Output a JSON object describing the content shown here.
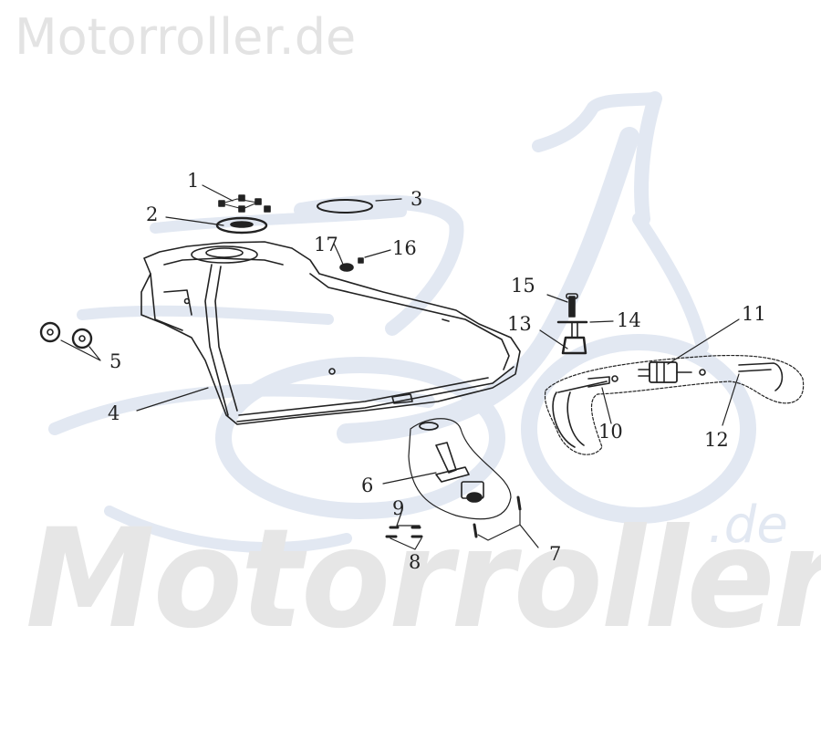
{
  "watermarks": {
    "top": "Motorroller.de",
    "bottom_main": "Motorroller",
    "bottom_suffix": ".de",
    "logo": "scooter-silhouette-logo"
  },
  "colors": {
    "background": "#ffffff",
    "watermark_gray": "#e3e3e3",
    "logo_blue": "#e2e8f2",
    "line_art": "#222222"
  },
  "diagram": {
    "subject": "Fuel tank assembly (exploded view)",
    "callouts": [
      {
        "id": "1",
        "label": "1",
        "part": "bolts (fuel pump cover)"
      },
      {
        "id": "2",
        "label": "2",
        "part": "fuel sender/pump flange"
      },
      {
        "id": "3",
        "label": "3",
        "part": "o-ring"
      },
      {
        "id": "4",
        "label": "4",
        "part": "fuel tank"
      },
      {
        "id": "5",
        "label": "5",
        "part": "rubber dampers"
      },
      {
        "id": "6",
        "label": "6",
        "part": "fuel tap"
      },
      {
        "id": "7",
        "label": "7",
        "part": "screws"
      },
      {
        "id": "8",
        "label": "8",
        "part": "washers"
      },
      {
        "id": "9",
        "label": "9",
        "part": "clips"
      },
      {
        "id": "10",
        "label": "10",
        "part": "fuel hose"
      },
      {
        "id": "11",
        "label": "11",
        "part": "fuel filter"
      },
      {
        "id": "12",
        "label": "12",
        "part": "fuel hose"
      },
      {
        "id": "13",
        "label": "13",
        "part": "rubber bushing"
      },
      {
        "id": "14",
        "label": "14",
        "part": "washer"
      },
      {
        "id": "15",
        "label": "15",
        "part": "bolt"
      },
      {
        "id": "16",
        "label": "16",
        "part": "screw"
      },
      {
        "id": "17",
        "label": "17",
        "part": "rubber cap"
      }
    ]
  }
}
